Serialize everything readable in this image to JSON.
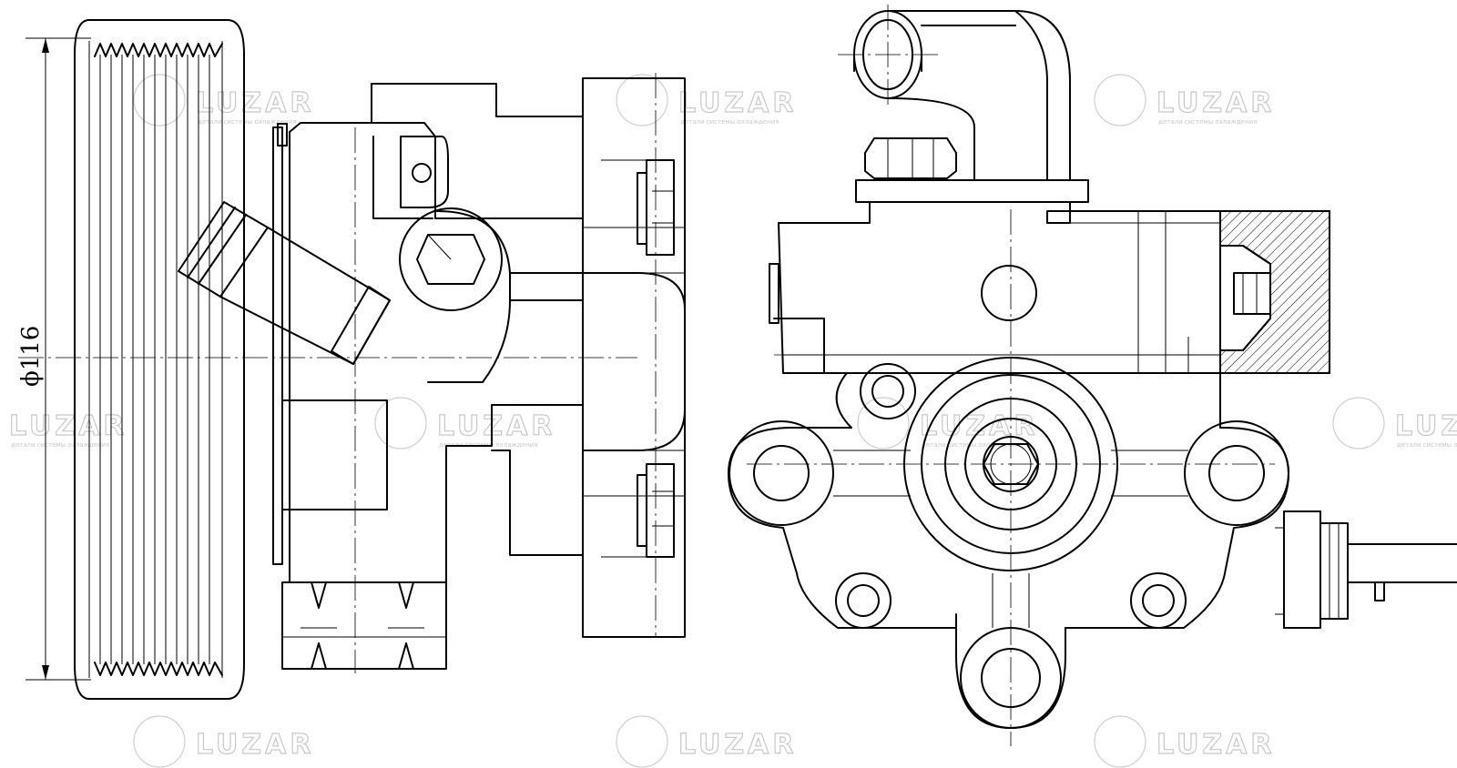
{
  "watermark": {
    "brand": "LUZAR",
    "tagline": "детали системы охлаждения"
  },
  "dimension": {
    "diameter_label": "ϕ116"
  }
}
